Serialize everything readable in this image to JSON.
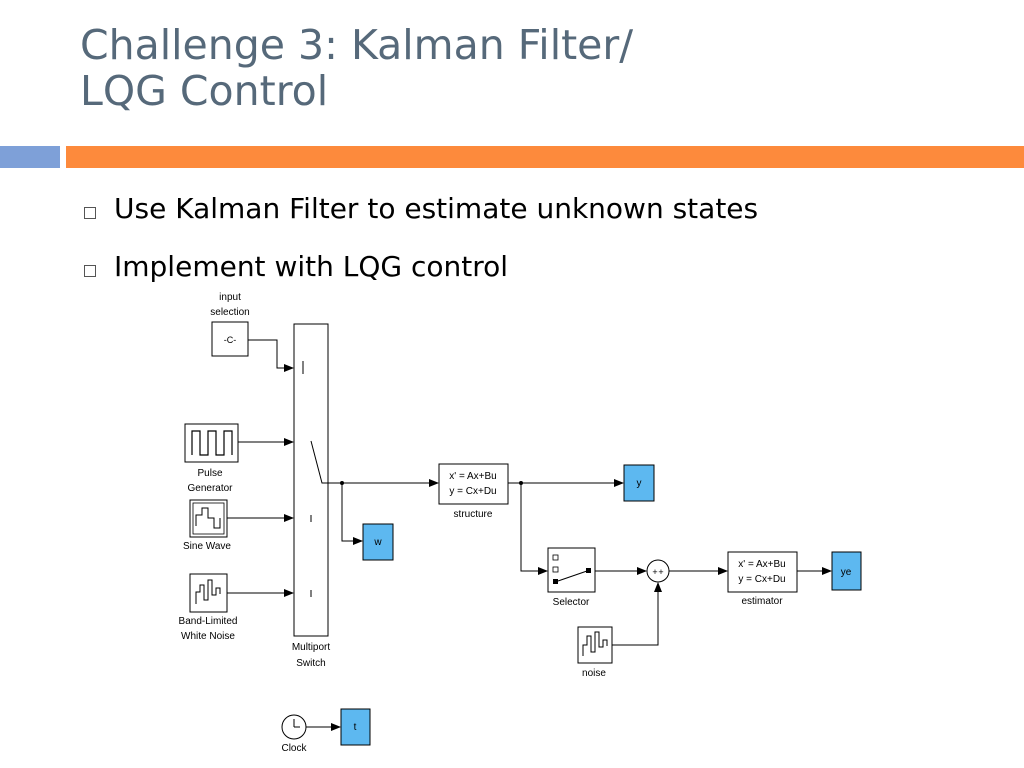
{
  "slide": {
    "title_line1": "Challenge 3: Kalman Filter/",
    "title_line2": "LQG Control",
    "bullets": [
      "Use Kalman Filter to estimate unknown states",
      "Implement with LQG control"
    ]
  },
  "diagram": {
    "input_selection_label_1": "input",
    "input_selection_label_2": "selection",
    "constant_value": "-C-",
    "pulse_label_1": "Pulse",
    "pulse_label_2": "Generator",
    "sine_label": "Sine Wave",
    "noise_source_label_1": "Band-Limited",
    "noise_source_label_2": "White Noise",
    "switch_label_1": "Multiport",
    "switch_label_2": "Switch",
    "structure_eq1": "x' = Ax+Bu",
    "structure_eq2": "y = Cx+Du",
    "structure_label": "structure",
    "estimator_eq1": "x' = Ax+Bu",
    "estimator_eq2": "y = Cx+Du",
    "estimator_label": "estimator",
    "output_y": "y",
    "output_w": "w",
    "output_ye": "ye",
    "output_t": "t",
    "selector_label": "Selector",
    "noise_label": "noise",
    "clock_label": "Clock",
    "sum_signs": "+ +"
  }
}
